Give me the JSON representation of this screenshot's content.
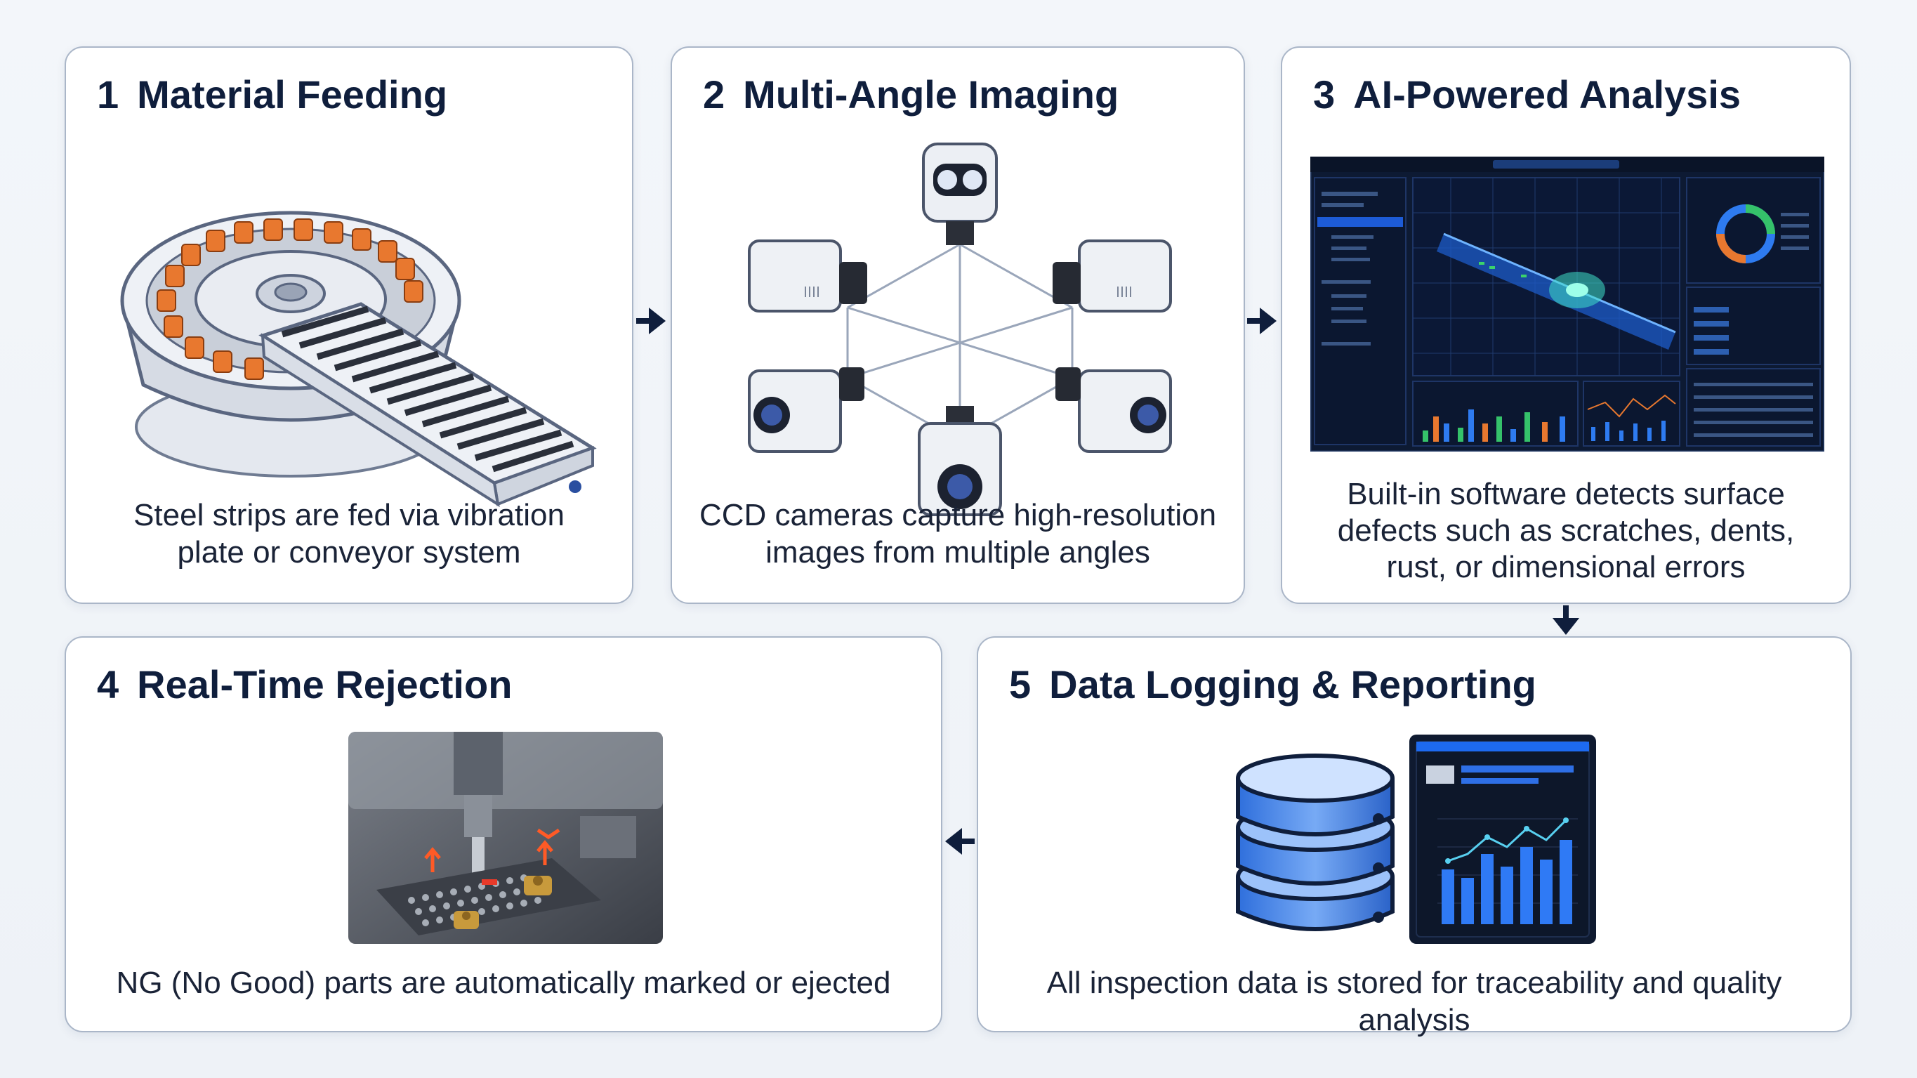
{
  "steps": [
    {
      "number": "1",
      "title": "Material Feeding",
      "description_line1": "Steel strips are fed via vibration",
      "description_line2": "plate or conveyor system"
    },
    {
      "number": "2",
      "title": "Multi-Angle Imaging",
      "description_line1": "CCD cameras capture high-resolution",
      "description_line2": "images from multiple angles"
    },
    {
      "number": "3",
      "title": "AI-Powered Analysis",
      "description_line1": "Built-in software detects surface",
      "description_line2": "defects such as scratches, dents,",
      "description_line3": "rust, or dimensional errors"
    },
    {
      "number": "4",
      "title": "Real-Time Rejection",
      "description_line1": "NG (No Good) parts are automatically marked or ejected"
    },
    {
      "number": "5",
      "title": "Data Logging & Reporting",
      "description_line1": "All inspection data is stored for traceability and quality analysis"
    }
  ],
  "colors": {
    "card_border": "#aab6c8",
    "title_text": "#0f1e3c",
    "arrow": "#0f1e3c",
    "accent_blue": "#3b82f6",
    "orange": "#e8782f"
  },
  "icons": {
    "step1": "vibration-feeder-conveyor-illustration",
    "step2": "camera-array-illustration",
    "step3": "analysis-dashboard-illustration",
    "step4": "rejection-machine-photo",
    "step5": "database-and-report-illustration"
  }
}
